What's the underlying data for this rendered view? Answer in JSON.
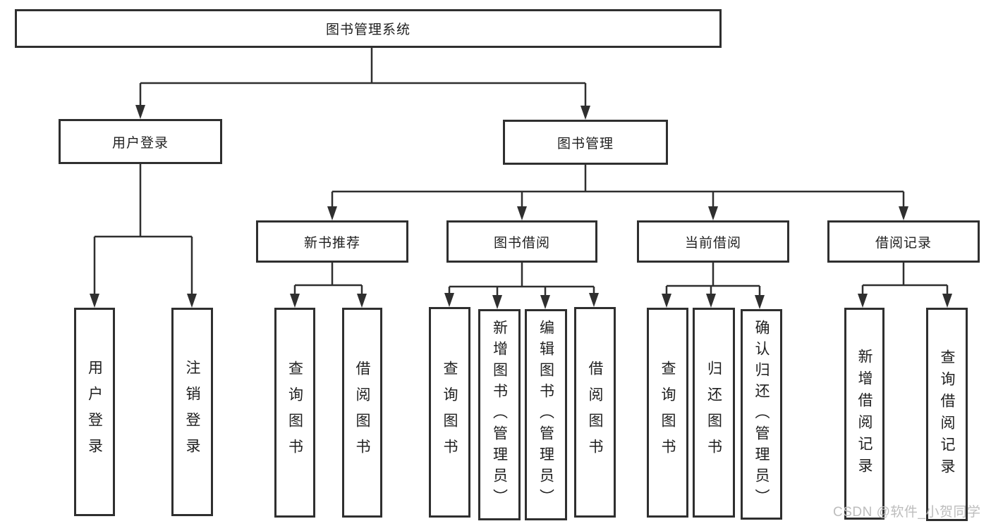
{
  "palette": {
    "line": "#2f2f2f",
    "text": "#1f1f1f",
    "node_bg": "#ffffff",
    "background": "#ffffff",
    "watermark": "#bdbdbd"
  },
  "watermark": "CSDN @软件_小贺同学",
  "tree": {
    "root": "图书管理系统",
    "branches": [
      {
        "label": "用户登录",
        "children": [
          "用户登录",
          "注销登录"
        ]
      },
      {
        "label": "图书管理",
        "groups": [
          {
            "label": "新书推荐",
            "children": [
              "查询图书",
              "借阅图书"
            ]
          },
          {
            "label": "图书借阅",
            "children": [
              "查询图书",
              "新增图书（管理员）",
              "编辑图书（管理员）",
              "借阅图书"
            ]
          },
          {
            "label": "当前借阅",
            "children": [
              "查询图书",
              "归还图书",
              "确认归还（管理员）"
            ]
          },
          {
            "label": "借阅记录",
            "children": [
              "新增借阅记录",
              "查询借阅记录"
            ]
          }
        ]
      }
    ]
  }
}
